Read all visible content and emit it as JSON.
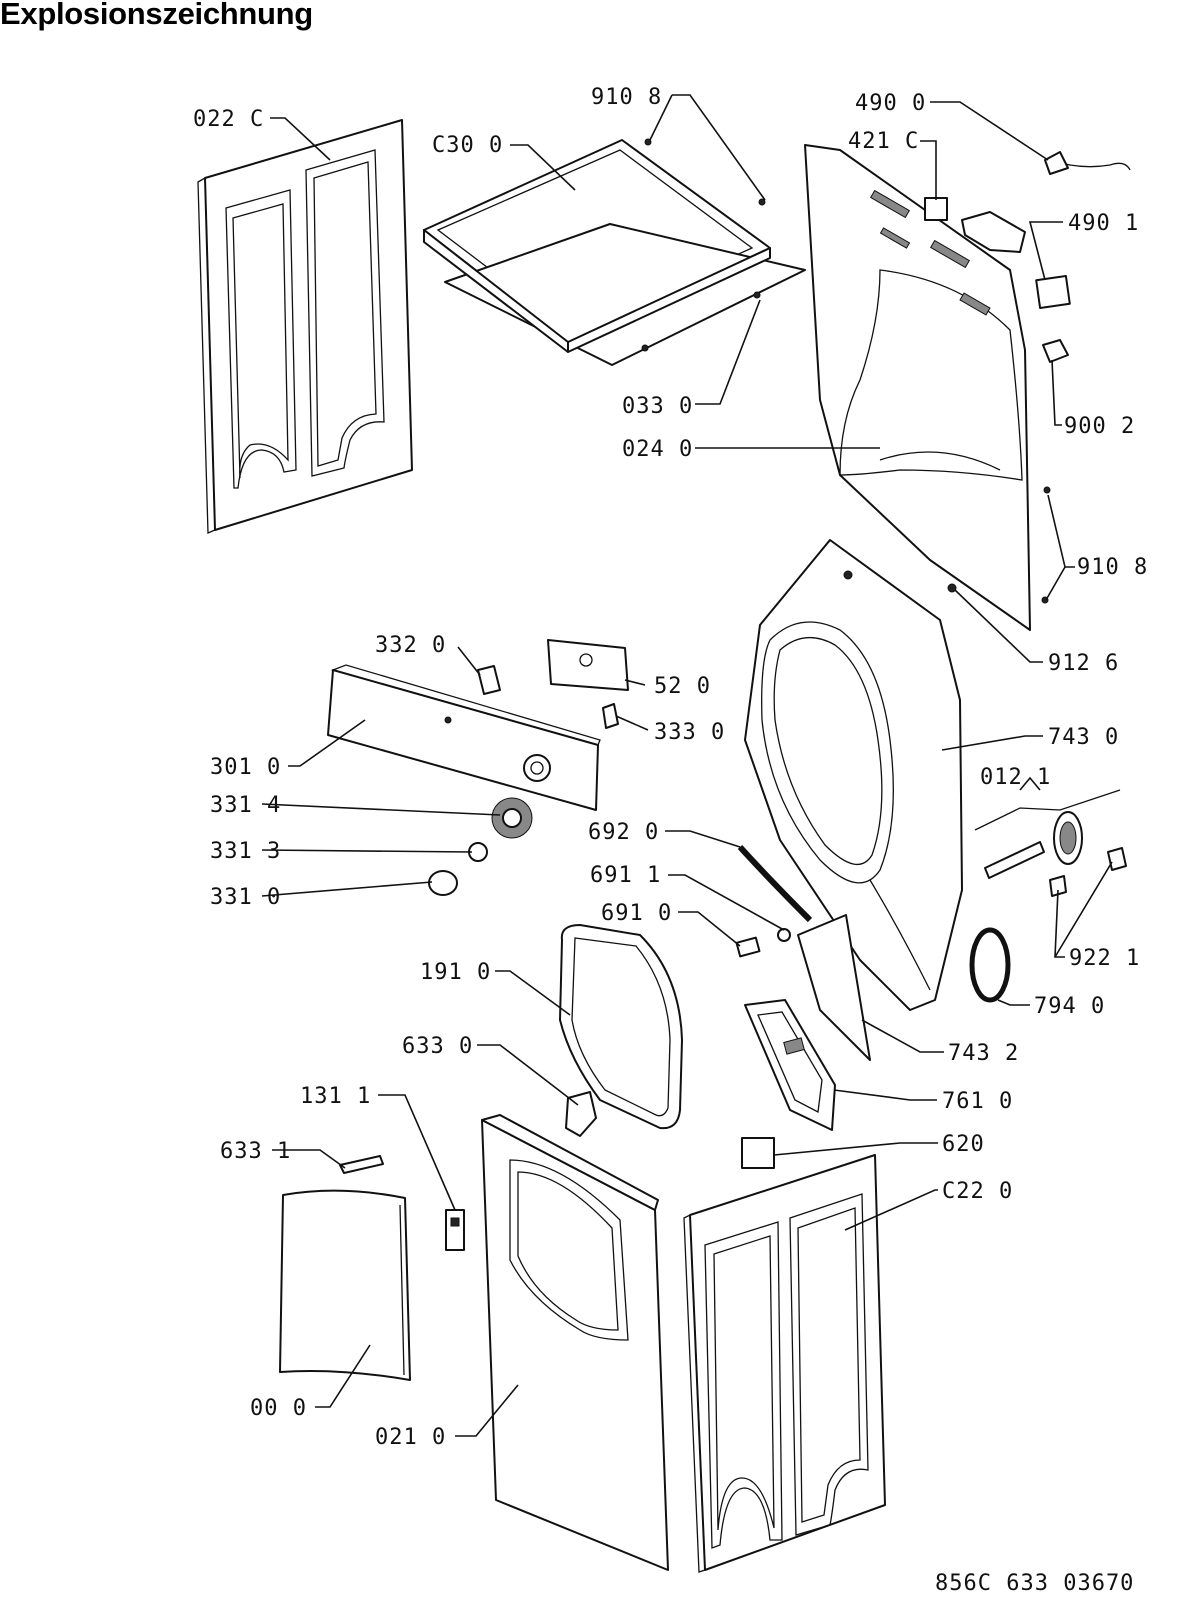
{
  "page": {
    "title": "Explosionszeichnung"
  },
  "drawing": {
    "doc_number": "856C 633 03670",
    "labels": [
      {
        "id": "l01",
        "text": "022 C"
      },
      {
        "id": "l02",
        "text": "C30 0"
      },
      {
        "id": "l03",
        "text": "910 8"
      },
      {
        "id": "l04",
        "text": "490 0"
      },
      {
        "id": "l05",
        "text": "421 C"
      },
      {
        "id": "l06",
        "text": "490 1"
      },
      {
        "id": "l07",
        "text": "033 0"
      },
      {
        "id": "l08",
        "text": "024 0"
      },
      {
        "id": "l09",
        "text": "900 2"
      },
      {
        "id": "l10",
        "text": "910 8"
      },
      {
        "id": "l11",
        "text": "912 6"
      },
      {
        "id": "l12",
        "text": "332 0"
      },
      {
        "id": "l13",
        "text": "52 0"
      },
      {
        "id": "l14",
        "text": "333 0"
      },
      {
        "id": "l15",
        "text": "301 0"
      },
      {
        "id": "l16",
        "text": "743 0"
      },
      {
        "id": "l17",
        "text": "012 1"
      },
      {
        "id": "l18",
        "text": "331 4"
      },
      {
        "id": "l19",
        "text": "331 3"
      },
      {
        "id": "l20",
        "text": "331 0"
      },
      {
        "id": "l21",
        "text": "692 0"
      },
      {
        "id": "l22",
        "text": "691 1"
      },
      {
        "id": "l23",
        "text": "691 0"
      },
      {
        "id": "l24",
        "text": "922 1"
      },
      {
        "id": "l25",
        "text": "191 0"
      },
      {
        "id": "l26",
        "text": "794 0"
      },
      {
        "id": "l27",
        "text": "633 0"
      },
      {
        "id": "l28",
        "text": "743 2"
      },
      {
        "id": "l29",
        "text": "761 0"
      },
      {
        "id": "l30",
        "text": "131 1"
      },
      {
        "id": "l31",
        "text": "620"
      },
      {
        "id": "l32",
        "text": "633 1"
      },
      {
        "id": "l33",
        "text": "C22 0"
      },
      {
        "id": "l34",
        "text": "00 0"
      },
      {
        "id": "l35",
        "text": "021 0"
      }
    ]
  }
}
